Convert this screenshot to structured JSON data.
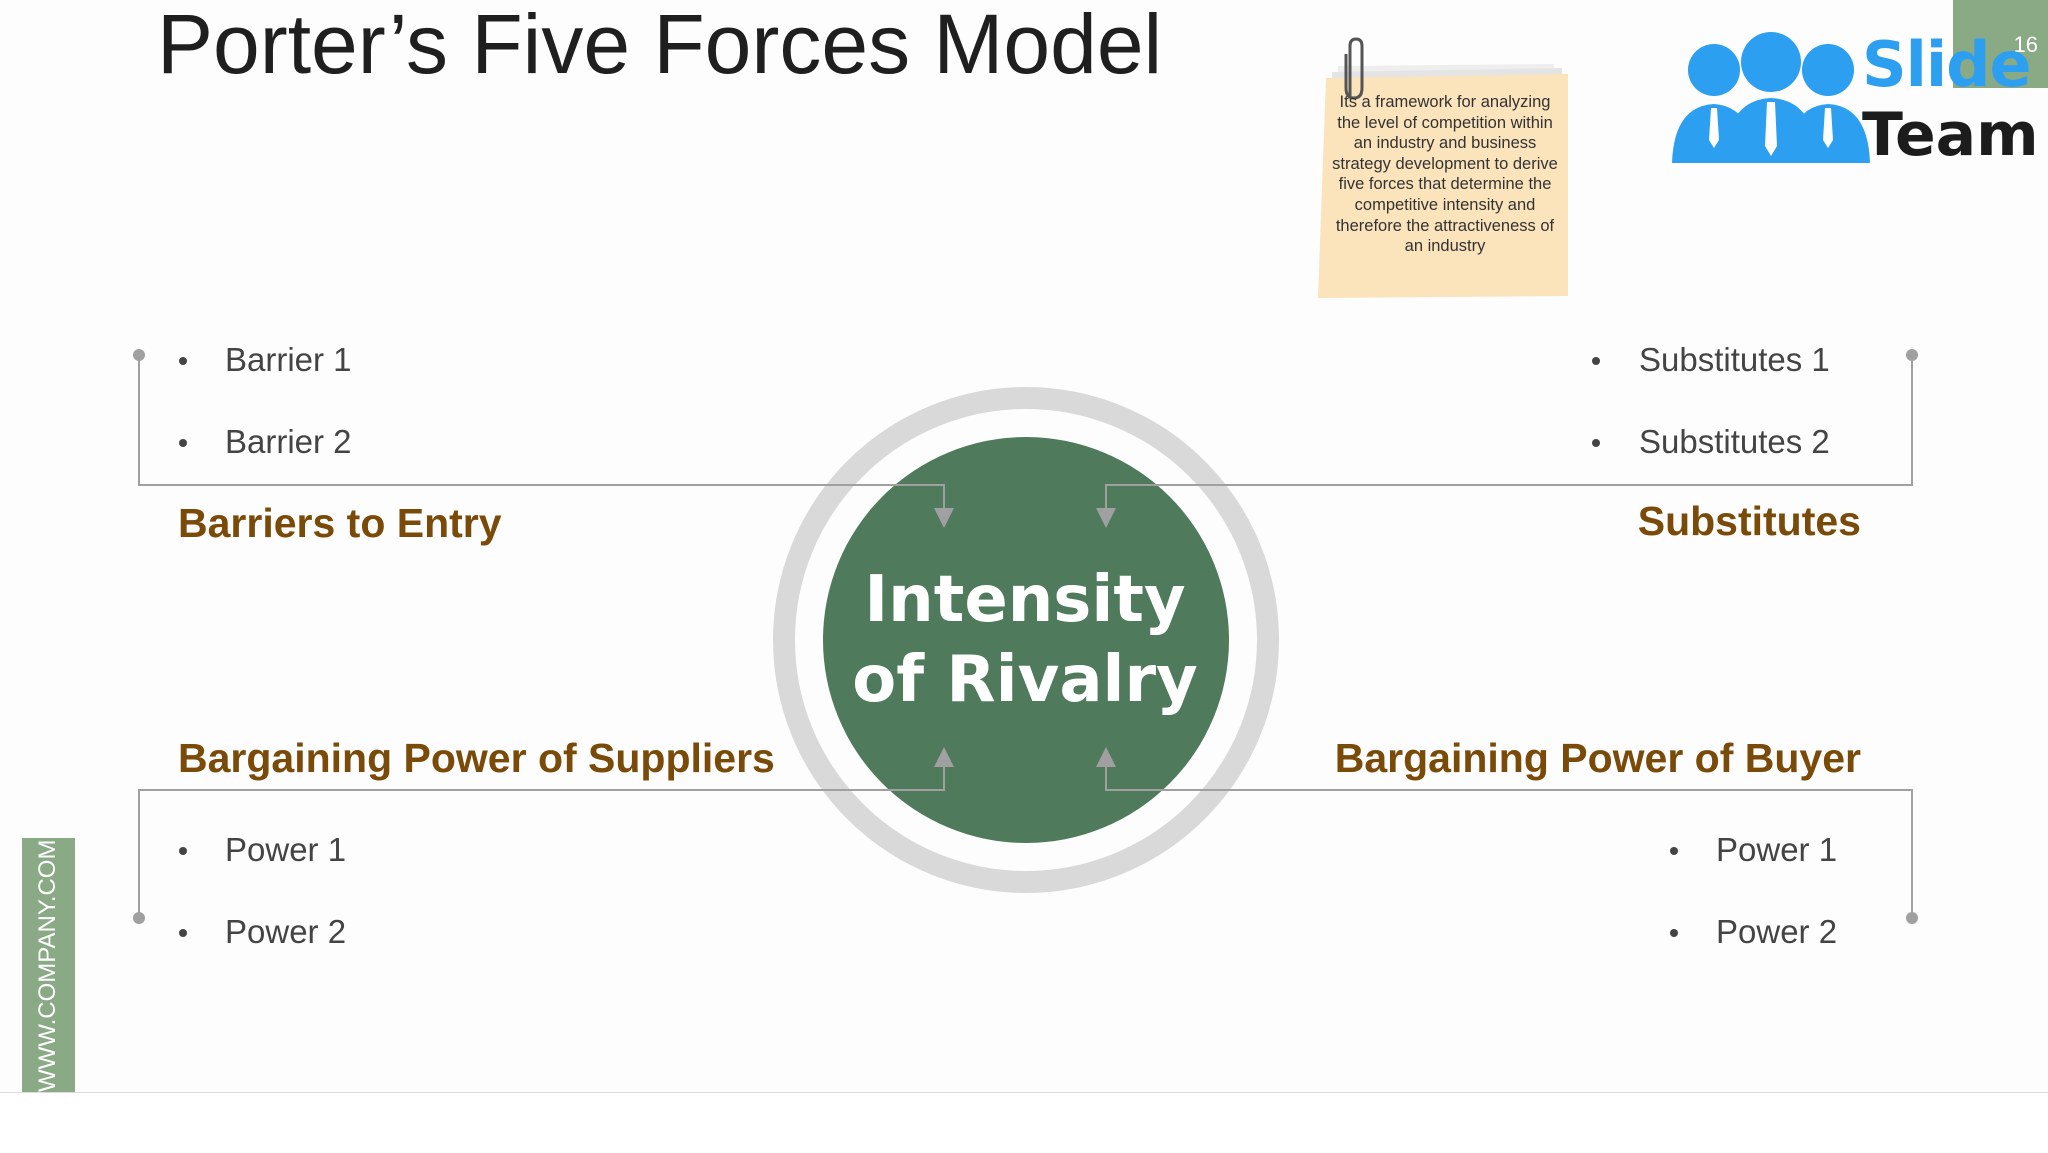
{
  "slide": {
    "title": "Porter’s Five Forces Model",
    "page_number": "16",
    "side_band_text": "WWW.COMPANY.COM",
    "accent_color": "#4f7a5b",
    "label_color": "#7a4a08"
  },
  "logo": {
    "word1": "Slide",
    "word2": "Team",
    "icon": "three-people-icon"
  },
  "note": {
    "icon": "paperclip-icon",
    "text": "Its a framework for analyzing the level of competition within an industry and business strategy development to derive five forces that determine the competitive intensity and therefore the attractiveness of an industry"
  },
  "center": {
    "line1": "Intensity",
    "line2": "of Rivalry"
  },
  "forces": {
    "barriers": {
      "label": "Barriers to Entry",
      "items": [
        "Barrier 1",
        "Barrier 2"
      ]
    },
    "substitutes": {
      "label": "Substitutes",
      "items": [
        "Substitutes 1",
        "Substitutes 2"
      ]
    },
    "suppliers": {
      "label": "Bargaining Power of Suppliers",
      "items": [
        "Power 1",
        "Power 2"
      ]
    },
    "buyer": {
      "label": "Bargaining Power of Buyer",
      "items": [
        "Power 1",
        "Power 2"
      ]
    }
  }
}
